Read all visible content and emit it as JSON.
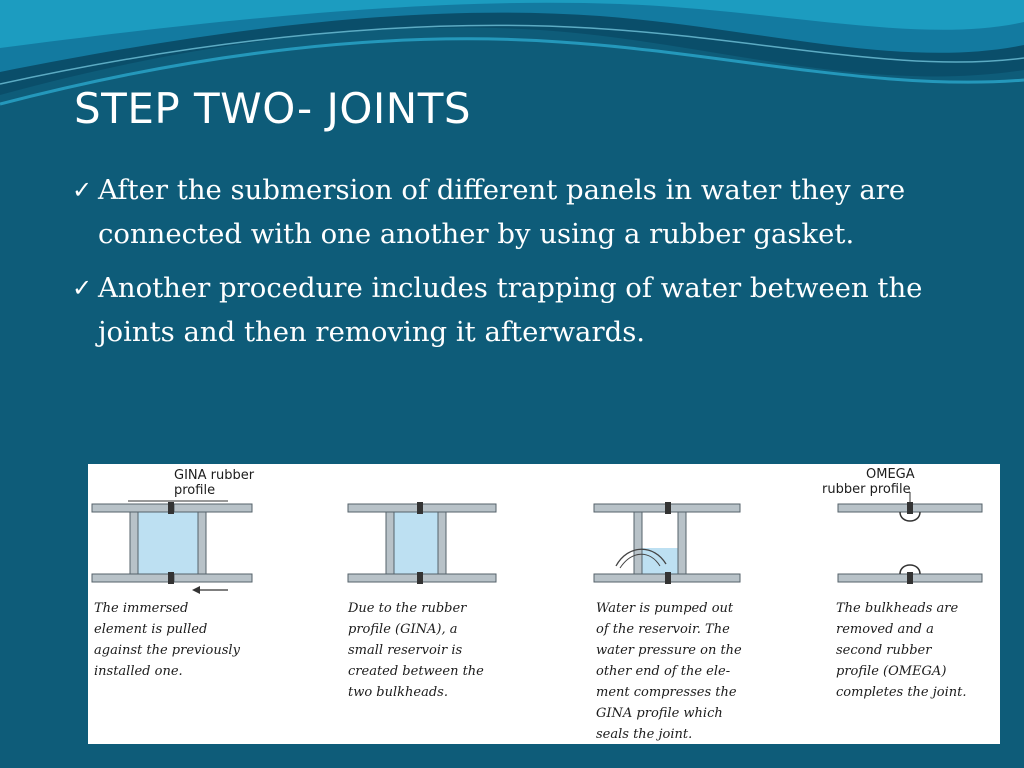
{
  "slide": {
    "title": "STEP TWO- JOINTS",
    "bullet_marker": "✓",
    "bullets": [
      "After the submersion of different panels in water they are connected with one another by using a rubber gasket.",
      "Another procedure includes trapping of water between the joints and then removing it afterwards."
    ]
  },
  "figure": {
    "label_gina": [
      "GINA rubber",
      "profile"
    ],
    "label_omega": [
      "OMEGA",
      "rubber profile"
    ],
    "captions": [
      [
        "The immersed",
        "element is pulled",
        "against the previously",
        "installed one."
      ],
      [
        "Due to the rubber",
        "profile (GINA), a",
        "small reservoir is",
        "created between the",
        "two bulkheads."
      ],
      [
        "Water is pumped out",
        "of the reservoir. The",
        "water pressure on the",
        "other end of the ele-",
        "ment compresses the",
        "GINA profile which",
        "seals the joint."
      ],
      [
        "The bulkheads are",
        "removed and a",
        "second rubber",
        "profile (OMEGA)",
        "completes the joint."
      ]
    ]
  },
  "colors": {
    "background": "#0e5c79",
    "wave_light": "#1c9cc0",
    "wave_dark": "#0a4e6a",
    "water": "#bde0f2"
  }
}
